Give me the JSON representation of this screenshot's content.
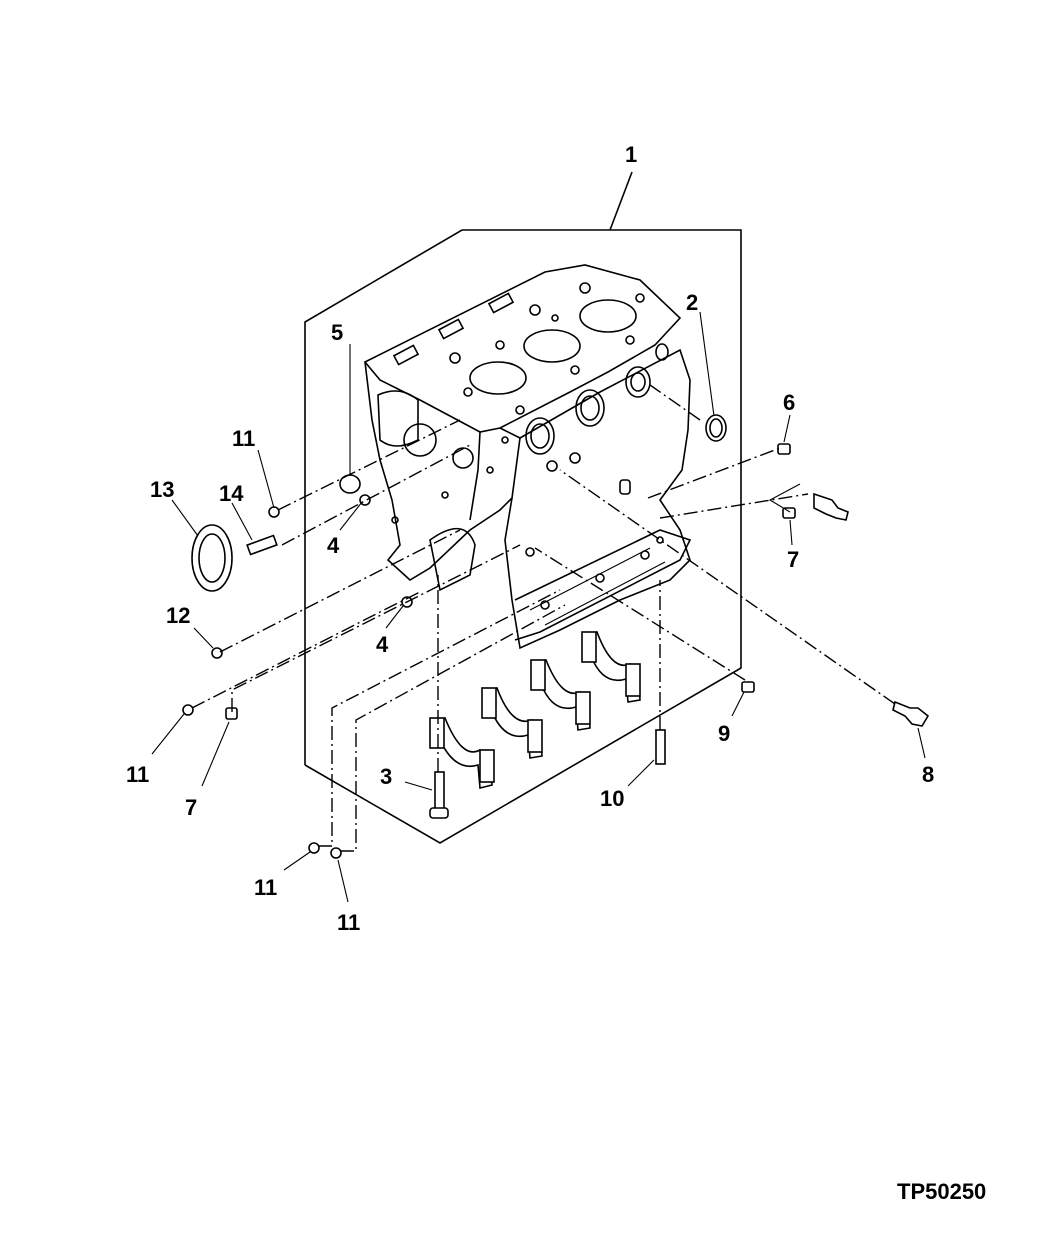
{
  "drawing_code": "TP50250",
  "callouts": {
    "c1": "1",
    "c2": "2",
    "c3": "3",
    "c4a": "4",
    "c4b": "4",
    "c5": "5",
    "c6": "6",
    "c7a": "7",
    "c7b": "7",
    "c8": "8",
    "c9": "9",
    "c10": "10",
    "c11a": "11",
    "c11b": "11",
    "c11c": "11",
    "c11d": "11",
    "c12": "12",
    "c13": "13",
    "c14": "14"
  },
  "colors": {
    "ink": "#000000",
    "paper": "#ffffff"
  }
}
